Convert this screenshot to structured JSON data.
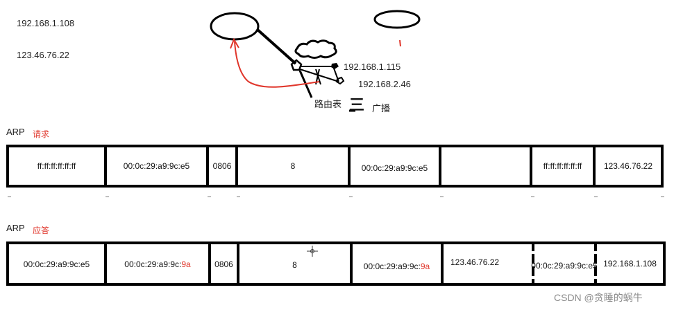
{
  "top": {
    "ip_left_1": "192.168.1.108",
    "ip_left_2": "123.46.76.22",
    "host_ip_1": "192.168.1.115",
    "host_ip_2": "192.168.2.46",
    "route_table_label": "路由表",
    "equiv_symbol": "三",
    "broadcast_label": "广播"
  },
  "request": {
    "protocol": "ARP",
    "kind": "请求",
    "cells": [
      {
        "text": "ff:ff:ff:ff:ff:ff"
      },
      {
        "text": "00:0c:29:a9:9c:e5"
      },
      {
        "text": "0806"
      },
      {
        "text": "8"
      },
      {
        "text": "00:0c:29:a9:9c:e5"
      },
      {
        "text": ""
      },
      {
        "text": "ff:ff:ff:ff:ff:ff"
      },
      {
        "text": "123.46.76.22"
      }
    ]
  },
  "reply": {
    "protocol": "ARP",
    "kind": "应答",
    "cells": [
      {
        "text": "00:0c:29:a9:9c:e5"
      },
      {
        "text": "00:0c:29:a9:9c:",
        "red": "9a"
      },
      {
        "text": "0806"
      },
      {
        "text": "8"
      },
      {
        "text": "00:0c:29:a9:9c:",
        "red": "9a"
      },
      {
        "text": "123.46.76.22"
      },
      {
        "text": "00:0c:29:a9:9c:e5"
      },
      {
        "text": "192.168.1.108"
      }
    ]
  },
  "watermark": "CSDN @贪睡的蜗牛",
  "colors": {
    "accent_red": "#e0362b",
    "line": "#000000"
  }
}
